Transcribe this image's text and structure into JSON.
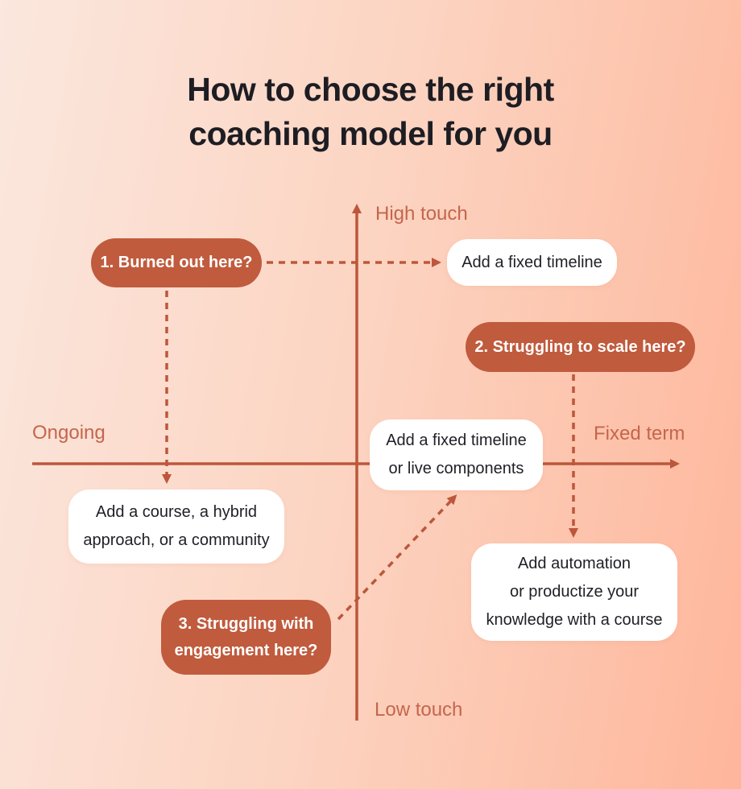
{
  "title": {
    "line1": "How to choose the right",
    "line2": "coaching model for you"
  },
  "axes": {
    "top_label": "High touch",
    "bottom_label": "Low touch",
    "left_label": "Ongoing",
    "right_label": "Fixed term"
  },
  "questions": [
    {
      "id": 1,
      "label": "1. Burned out here?"
    },
    {
      "id": 2,
      "label": "2. Struggling to scale here?"
    },
    {
      "id": 3,
      "label": "3. Struggling with\nengagement here?"
    }
  ],
  "answers": [
    {
      "label": "Add a fixed timeline"
    },
    {
      "label": "Add a fixed timeline\nor live components"
    },
    {
      "label": "Add a course, a hybrid\napproach, or a community"
    },
    {
      "label": "Add automation\nor productize your\nknowledge with a course"
    }
  ],
  "connections": [
    {
      "from": "question-1",
      "to": "answer-fixed-timeline",
      "style": "dashed"
    },
    {
      "from": "question-1",
      "to": "answer-course-hybrid-community",
      "style": "dashed"
    },
    {
      "from": "question-2",
      "to": "answer-automation-productize",
      "style": "dashed"
    },
    {
      "from": "question-3",
      "to": "answer-timeline-or-live",
      "style": "dashed"
    }
  ],
  "colors": {
    "background_start": "#fbe7de",
    "background_end": "#feb69b",
    "axis_line": "#bc573c",
    "axis_label": "#c4664c",
    "pill_background": "#c05b3d",
    "pill_text": "#ffffff",
    "answer_background": "#ffffff",
    "answer_text": "#1f1f26",
    "title_text": "#1d1d23"
  }
}
